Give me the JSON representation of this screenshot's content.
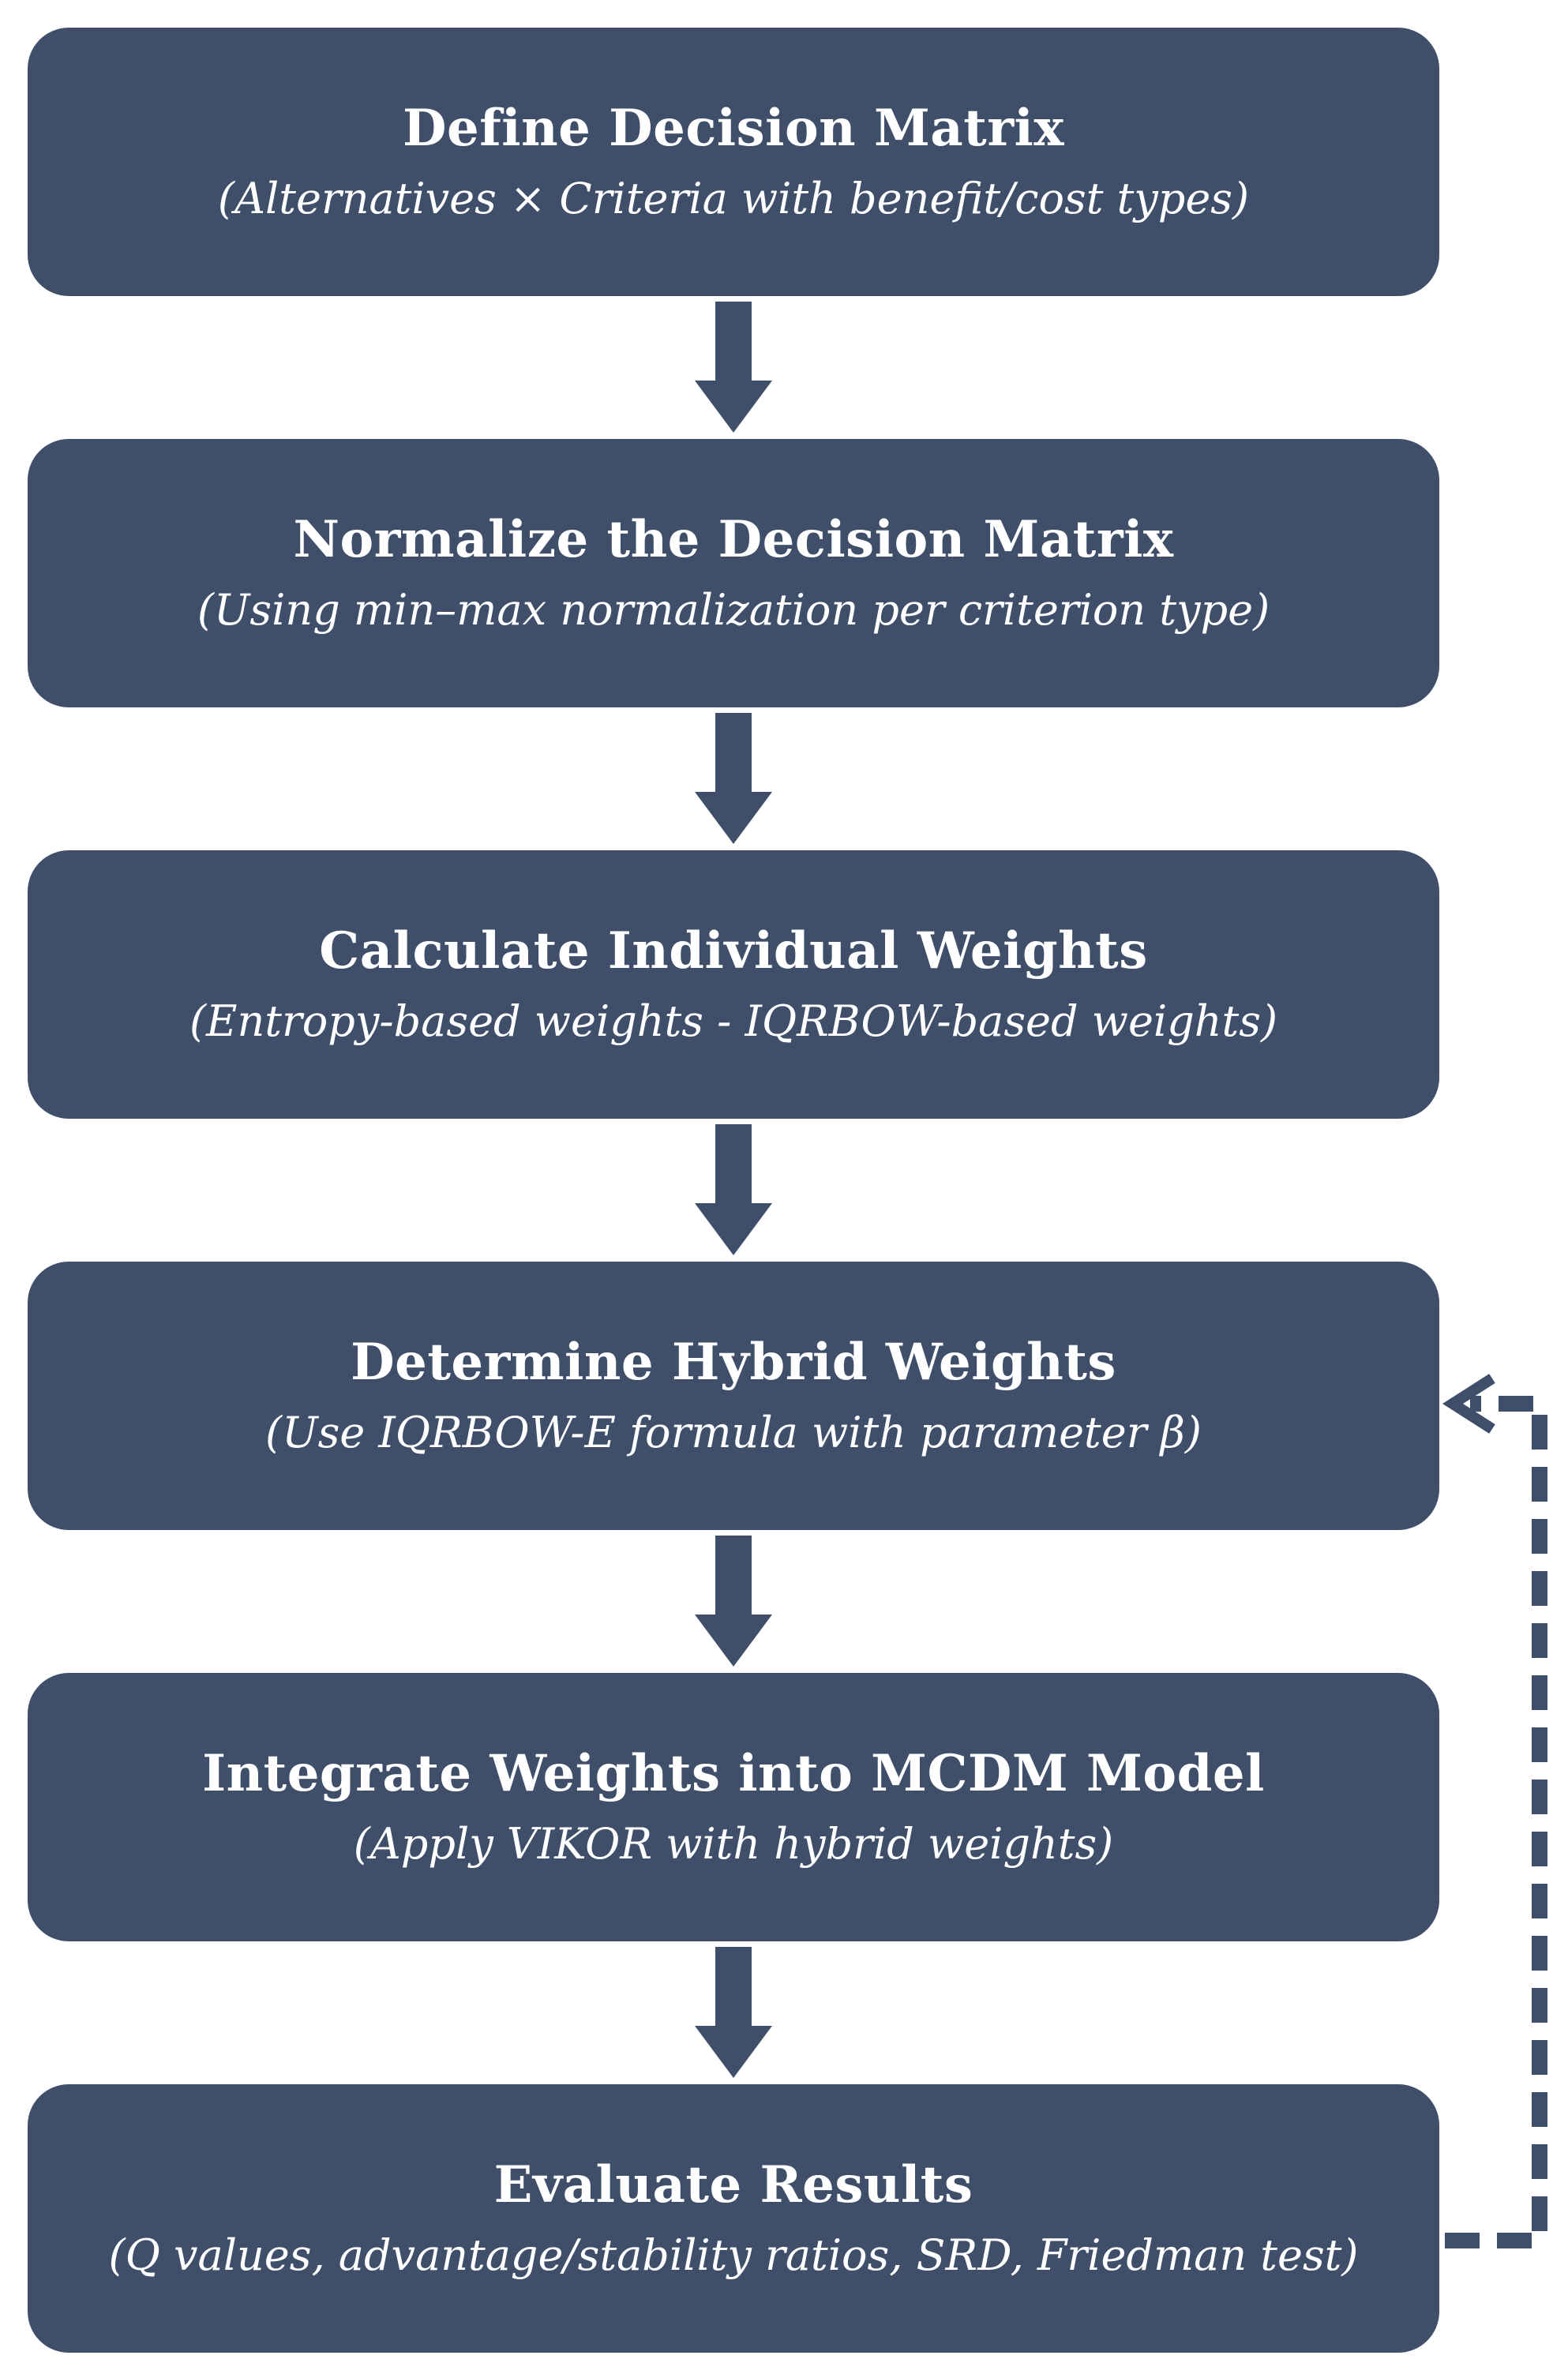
{
  "steps": [
    {
      "title": "Define Decision Matrix",
      "subtitle": "(Alternatives × Criteria with benefit/cost types)"
    },
    {
      "title": "Normalize the Decision Matrix",
      "subtitle": "(Using min–max normalization per criterion type)"
    },
    {
      "title": "Calculate Individual Weights",
      "subtitle": "(Entropy-based weights - IQRBOW-based weights)"
    },
    {
      "title": "Determine Hybrid Weights",
      "subtitle": "(Use IQRBOW-E formula with parameter β)"
    },
    {
      "title": "Integrate Weights into MCDM Model",
      "subtitle": "(Apply VIKOR with hybrid weights)"
    },
    {
      "title": "Evaluate Results",
      "subtitle": "(Q values, advantage/stability ratios, SRD, Friedman test)"
    }
  ],
  "colors": {
    "box_fill": "#3f4f6a",
    "arrow": "#3f4f6a",
    "text": "#ffffff"
  },
  "feedback_loop": {
    "from_step": 6,
    "to_step": 4,
    "style": "dashed"
  }
}
